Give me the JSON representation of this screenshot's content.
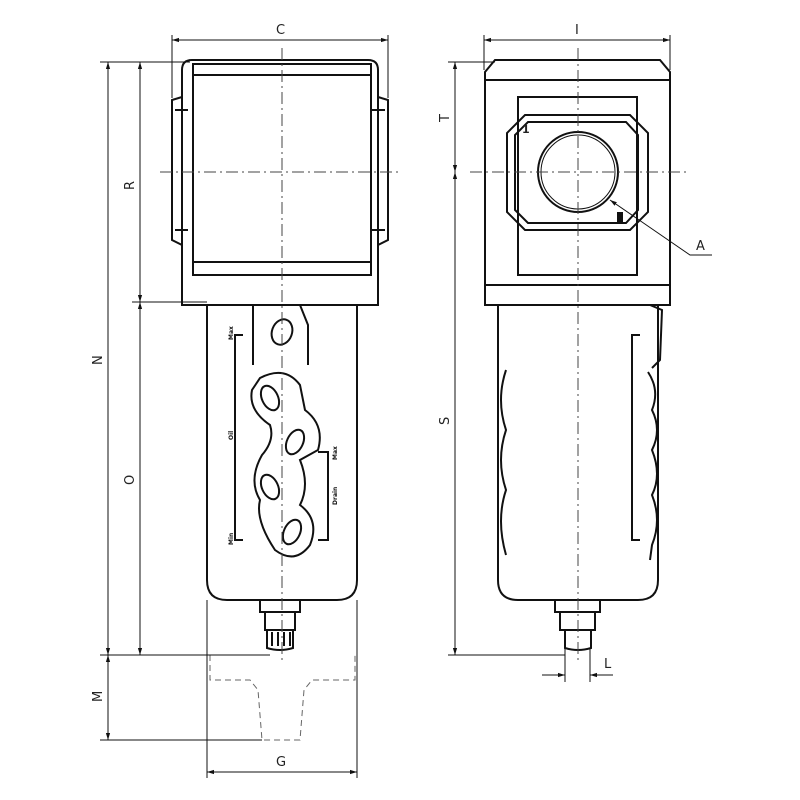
{
  "dimensions": {
    "C": "C",
    "I": "I",
    "R": "R",
    "N": "N",
    "O": "O",
    "M": "M",
    "G": "G",
    "T": "T",
    "S": "S",
    "A": "A",
    "L": "L"
  },
  "port_number": "1",
  "bowl_markings": {
    "oil_max": "Max",
    "oil": "Oil",
    "oil_min": "Min",
    "drain_max": "Max",
    "drain": "Drain"
  }
}
